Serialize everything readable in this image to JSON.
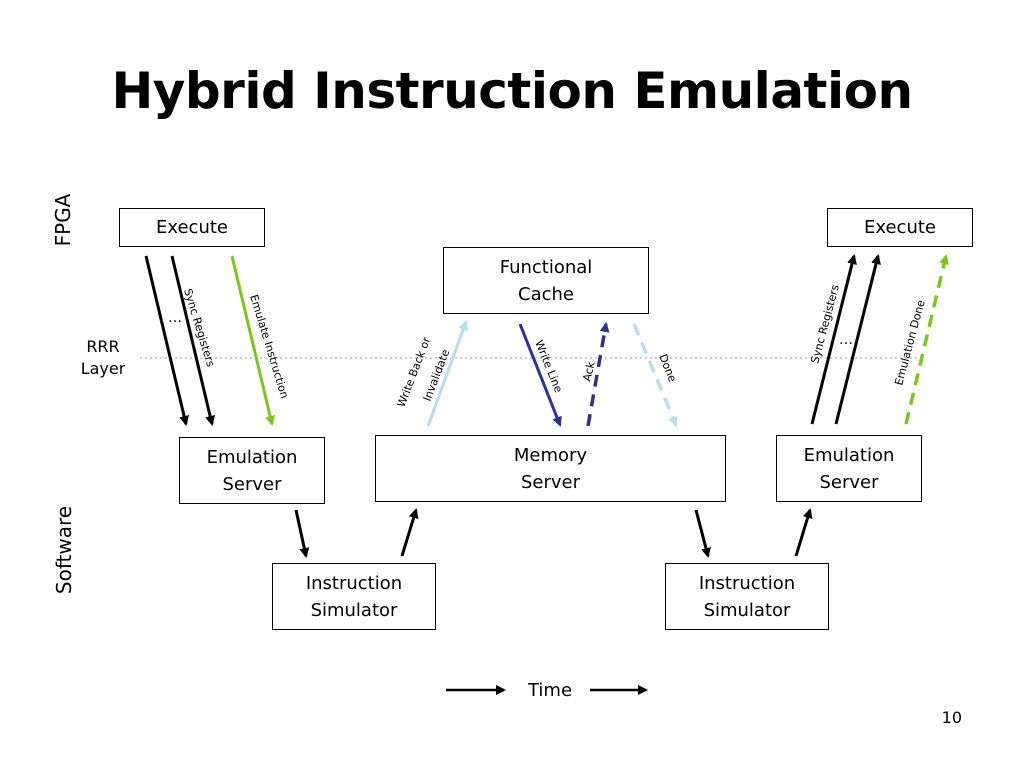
{
  "title": "Hybrid Instruction Emulation",
  "side_labels": {
    "fpga": "FPGA",
    "software": "Software",
    "rrr": "RRR\nLayer"
  },
  "boxes": {
    "execute_left": "Execute",
    "execute_right": "Execute",
    "functional_cache": "Functional\nCache",
    "emulation_server_left": "Emulation\nServer",
    "memory_server": "Memory\nServer",
    "emulation_server_right": "Emulation\nServer",
    "instruction_simulator_left": "Instruction\nSimulator",
    "instruction_simulator_right": "Instruction\nSimulator"
  },
  "arrow_labels": {
    "sync_registers_left": "Sync Registers",
    "ellipsis_left": "…",
    "emulate_instruction": "Emulate Instruction",
    "write_back_line1": "Write Back or",
    "write_back_line2": "Invalidate",
    "write_line": "Write Line",
    "ack": "Ack",
    "done": "Done",
    "sync_registers_right": "Sync Registers",
    "ellipsis_right": "…",
    "emulation_done": "Emulation Done"
  },
  "time_label": "Time",
  "page_number": "10",
  "colors": {
    "black": "#000000",
    "lime_green": "#7cc41f",
    "light_blue": "#b7dde8",
    "navy": "#2e3092",
    "rrr_line": "#bfbfbf"
  }
}
